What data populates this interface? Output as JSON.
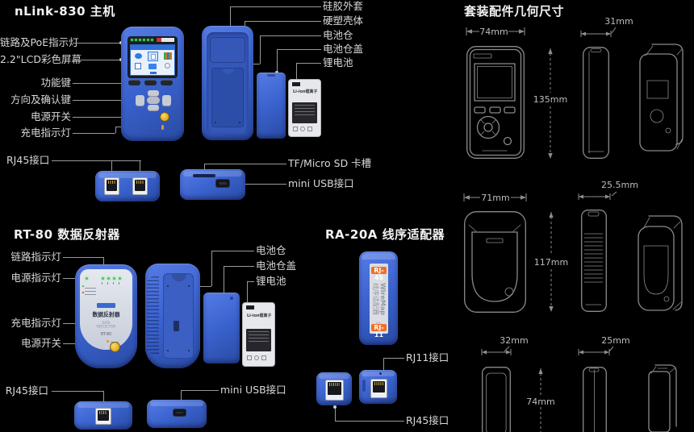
{
  "main": {
    "title": "nLink-830 主机",
    "labels_left": [
      "链路及PoE指示灯",
      "2.2\"LCD彩色屏幕",
      "功能键",
      "方向及确认键",
      "电源开关",
      "充电指示灯"
    ],
    "label_rj45": "RJ45接口",
    "labels_right": [
      "硅胶外套",
      "硬塑壳体",
      "电池仓",
      "电池仓盖",
      "锂电池"
    ],
    "label_tf": "TF/Micro SD 卡槽",
    "label_usb": "mini USB接口",
    "battery_text": "Li-ion锂离子"
  },
  "rt80": {
    "title": "RT-80 数据反射器",
    "labels_left": [
      "链路指示灯",
      "电源指示灯",
      "充电指示灯",
      "电源开关",
      "RJ45接口"
    ],
    "labels_right": [
      "电池仓",
      "电池仓盖",
      "锂电池"
    ],
    "label_usb": "mini USB接口",
    "face_name": "数据反射器",
    "face_sub": "DATA REFLECTOR",
    "face_model": "RT-80",
    "battery_text": "Li-ion锂离子"
  },
  "ra20a": {
    "title": "RA-20A 线序适配器",
    "label_rj11": "RJ11接口",
    "label_rj45": "RJ45接口",
    "badge_top": "RJ-45",
    "badge_bottom": "RJ-11",
    "body_text_en": "WireMap",
    "body_text_cn": "线序适配器",
    "body_model": "RA-20A"
  },
  "dims": {
    "title": "套装配件几何尺寸",
    "rows": [
      {
        "width": "74mm",
        "height": "135mm",
        "depth": "31mm"
      },
      {
        "width": "71mm",
        "height": "117mm",
        "depth": "25.5mm"
      },
      {
        "width": "32mm",
        "height": "74mm",
        "depth": "25mm"
      }
    ]
  },
  "colors": {
    "device_blue": "#3a62cd",
    "power_yellow": "#e3a81f",
    "led_green": "#3ed157",
    "badge_orange": "#ee7028",
    "background": "#000000"
  }
}
